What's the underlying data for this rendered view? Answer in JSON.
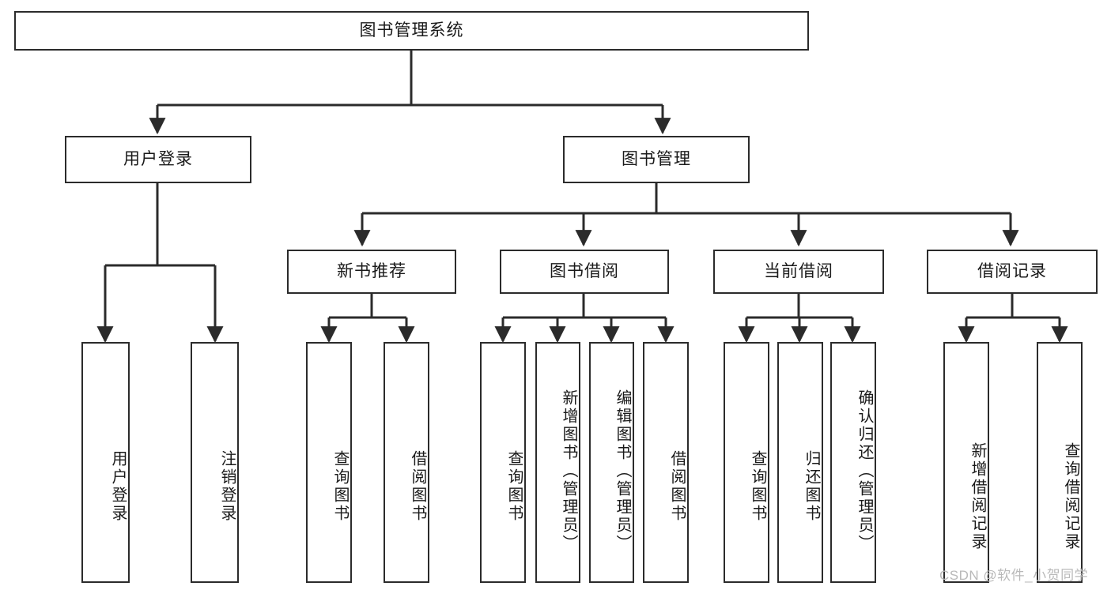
{
  "diagram": {
    "title": "图书管理系统",
    "type": "tree-hierarchy",
    "root": {
      "label": "图书管理系统"
    },
    "level1": [
      {
        "id": "user-login",
        "label": "用户登录"
      },
      {
        "id": "book-manage",
        "label": "图书管理"
      }
    ],
    "level2": [
      {
        "id": "new-book-recommend",
        "label": "新书推荐",
        "parent": "book-manage"
      },
      {
        "id": "book-borrow",
        "label": "图书借阅",
        "parent": "book-manage"
      },
      {
        "id": "current-borrow",
        "label": "当前借阅",
        "parent": "book-manage"
      },
      {
        "id": "borrow-record",
        "label": "借阅记录",
        "parent": "book-manage"
      }
    ],
    "leaves": [
      {
        "id": "leaf-user-login",
        "label": "用户登录",
        "parent": "user-login"
      },
      {
        "id": "leaf-user-logout",
        "label": "注销登录",
        "parent": "user-login"
      },
      {
        "id": "leaf-query-book-1",
        "label": "查询图书",
        "parent": "new-book-recommend"
      },
      {
        "id": "leaf-borrow-book-1",
        "label": "借阅图书",
        "parent": "new-book-recommend"
      },
      {
        "id": "leaf-query-book-2",
        "label": "查询图书",
        "parent": "book-borrow"
      },
      {
        "id": "leaf-add-book",
        "label": "新增图书（管理员）",
        "parent": "book-borrow"
      },
      {
        "id": "leaf-edit-book",
        "label": "编辑图书（管理员）",
        "parent": "book-borrow"
      },
      {
        "id": "leaf-borrow-book-2",
        "label": "借阅图书",
        "parent": "book-borrow"
      },
      {
        "id": "leaf-query-book-3",
        "label": "查询图书",
        "parent": "current-borrow"
      },
      {
        "id": "leaf-return-book",
        "label": "归还图书",
        "parent": "current-borrow"
      },
      {
        "id": "leaf-confirm-return",
        "label": "确认归还（管理员）",
        "parent": "current-borrow"
      },
      {
        "id": "leaf-add-record",
        "label": "新增借阅记录",
        "parent": "borrow-record"
      },
      {
        "id": "leaf-query-record",
        "label": "查询借阅记录",
        "parent": "borrow-record"
      }
    ],
    "watermark": "CSDN @软件_小贺同学",
    "colors": {
      "stroke": "#2b2b2b",
      "background": "#ffffff",
      "text": "#1a1a1a",
      "watermark": "#b9b9b9"
    }
  }
}
